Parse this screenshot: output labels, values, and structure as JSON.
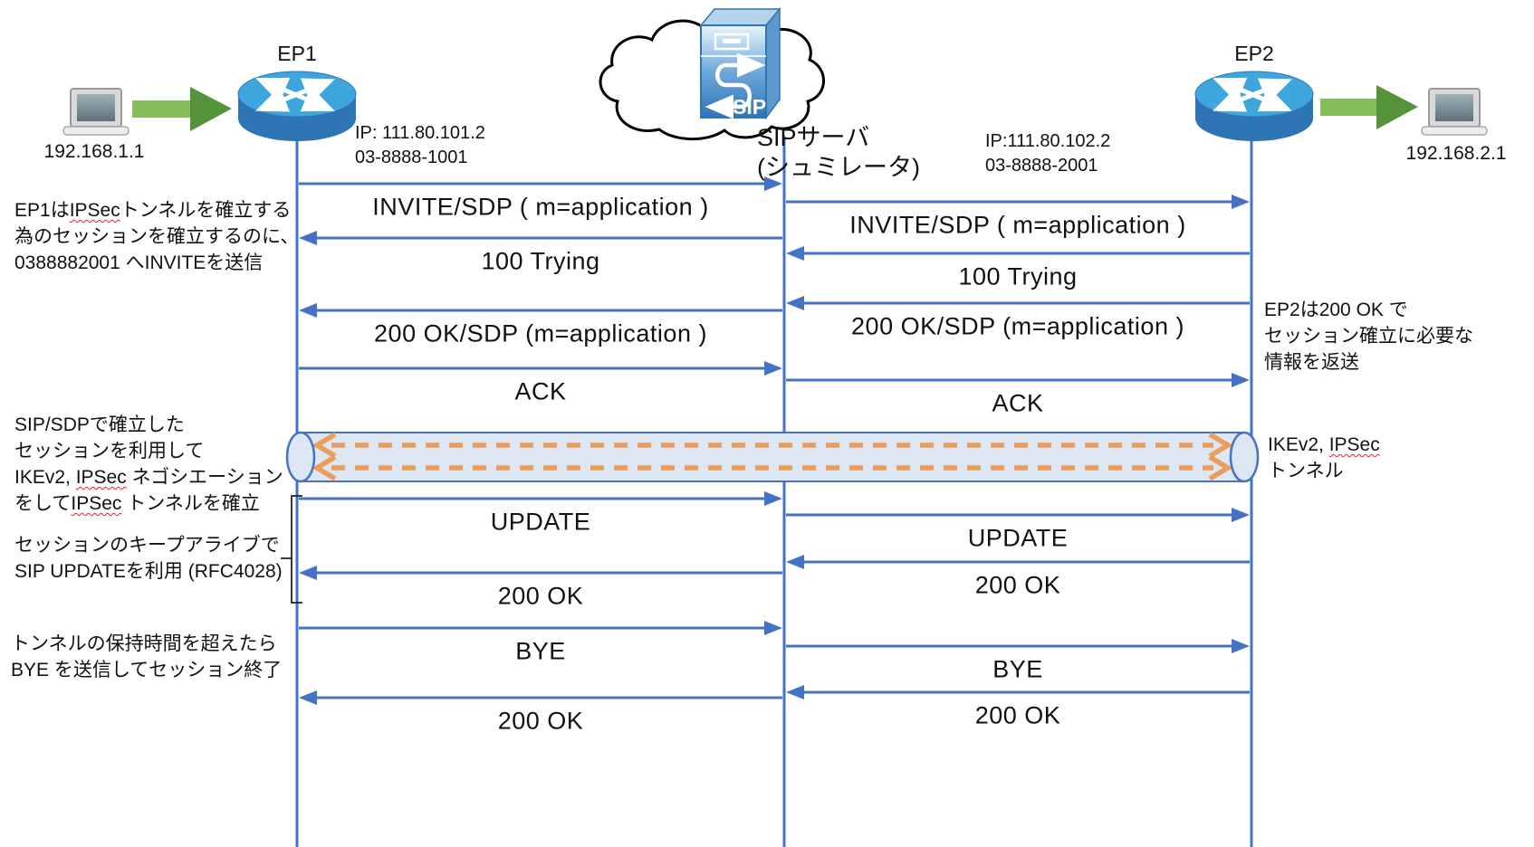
{
  "title": "SIP session / IPSec tunnel sequence diagram",
  "actors": {
    "left_host": {
      "ip": "192.168.1.1"
    },
    "ep1": {
      "name": "EP1",
      "info_line1": "IP: 111.80.101.2",
      "info_line2": "03-8888-1001"
    },
    "sip_server": {
      "label_line1": "SIPサーバ",
      "label_line2": "(シュミレータ)",
      "icon_text": "SIP"
    },
    "ep2": {
      "name": "EP2",
      "info_line1": "IP:111.80.102.2",
      "info_line2": "03-8888-2001"
    },
    "right_host": {
      "ip": "192.168.2.1"
    }
  },
  "messages": {
    "left_column": [
      {
        "label": "INVITE/SDP ( m=application )",
        "direction": "right"
      },
      {
        "label": "100 Trying",
        "direction": "left"
      },
      {
        "label": "200 OK/SDP (m=application )",
        "direction": "left"
      },
      {
        "label": "ACK",
        "direction": "right"
      },
      {
        "label": "UPDATE",
        "direction": "right"
      },
      {
        "label": "200 OK",
        "direction": "left"
      },
      {
        "label": "BYE",
        "direction": "right"
      },
      {
        "label": "200 OK",
        "direction": "left"
      }
    ],
    "right_column": [
      {
        "label": "INVITE/SDP ( m=application )",
        "direction": "right"
      },
      {
        "label": "100 Trying",
        "direction": "left"
      },
      {
        "label": "200 OK/SDP (m=application )",
        "direction": "left"
      },
      {
        "label": "ACK",
        "direction": "right"
      },
      {
        "label": "UPDATE",
        "direction": "right"
      },
      {
        "label": "200 OK",
        "direction": "left"
      },
      {
        "label": "BYE",
        "direction": "right"
      },
      {
        "label": "200 OK",
        "direction": "left"
      }
    ]
  },
  "tunnel": {
    "label_lines": [
      [
        {
          "t": "IKEv2, "
        },
        {
          "t": "IPSec",
          "w": true
        }
      ],
      [
        {
          "t": "トンネル"
        }
      ]
    ]
  },
  "annotations": {
    "left": [
      {
        "lines": [
          [
            {
              "t": "EP1は"
            },
            {
              "t": "IPSec",
              "w": true
            },
            {
              "t": "トンネルを確立する"
            }
          ],
          [
            {
              "t": "為のセッションを確立するのに、"
            }
          ],
          [
            {
              "t": "0388882001 へINVITEを送信"
            }
          ]
        ]
      },
      {
        "lines": [
          [
            {
              "t": "SIP/SDPで確立した"
            }
          ],
          [
            {
              "t": "セッションを利用して"
            }
          ],
          [
            {
              "t": "IKEv2, "
            },
            {
              "t": "IPSec",
              "w": true
            },
            {
              "t": " ネゴシエーション"
            }
          ],
          [
            {
              "t": "をして"
            },
            {
              "t": "IPSec",
              "w": true
            },
            {
              "t": " トンネルを確立"
            }
          ]
        ]
      },
      {
        "lines": [
          [
            {
              "t": "セッションのキープアライブで"
            }
          ],
          [
            {
              "t": "SIP UPDATEを利用 (RFC4028)"
            }
          ]
        ]
      },
      {
        "lines": [
          [
            {
              "t": "トンネルの保持時間を超えたら"
            }
          ],
          [
            {
              "t": "BYE を送信してセッション終了"
            }
          ]
        ]
      }
    ],
    "right": [
      {
        "lines": [
          [
            {
              "t": "EP2は200 OK で"
            }
          ],
          [
            {
              "t": "セッション確立に必要な"
            }
          ],
          [
            {
              "t": "情報を返送"
            }
          ]
        ]
      }
    ]
  },
  "colors": {
    "lifeline_blue": "#4472C4",
    "tunnel_fill": "#DDE7F4",
    "tunnel_orange": "#EC9D5B",
    "router_top_blue": "#3EA6DE",
    "router_body_blue": "#2E75B6",
    "green_arrow_shaft": "#84BE5A",
    "green_arrow_head": "#55933B",
    "wavy_red": "#FF1A1A"
  }
}
